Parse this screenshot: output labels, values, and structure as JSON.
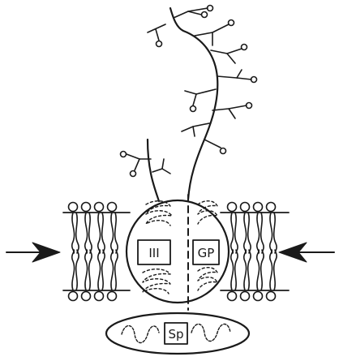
{
  "diagram": {
    "labels": {
      "band3": "III",
      "glycophorin": "GP",
      "spectrin": "Sp"
    },
    "colors": {
      "ink": "#1a1a1a",
      "background": "#ffffff"
    }
  }
}
